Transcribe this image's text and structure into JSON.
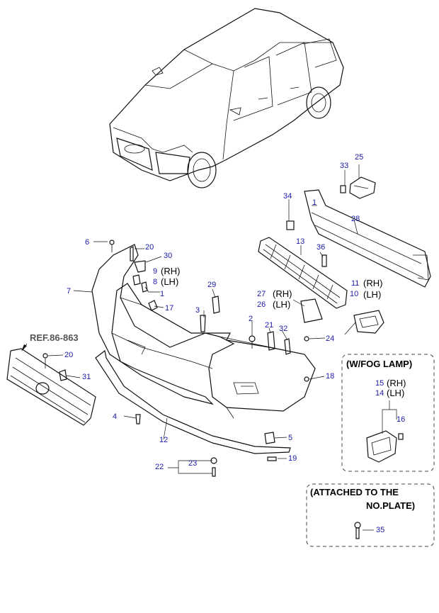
{
  "ref_label": "REF.86-863",
  "callouts": {
    "c1a": "1",
    "c1b": "1",
    "c2": "2",
    "c3": "3",
    "c4": "4",
    "c5": "5",
    "c6": "6",
    "c7": "7",
    "c8": "8",
    "c9": "9",
    "c10": "10",
    "c11": "11",
    "c12": "12",
    "c13": "13",
    "c14": "14",
    "c15": "15",
    "c16": "16",
    "c17": "17",
    "c18": "18",
    "c19": "19",
    "c20a": "20",
    "c20b": "20",
    "c21": "21",
    "c22": "22",
    "c23": "23",
    "c24": "24",
    "c25": "25",
    "c26": "26",
    "c27": "27",
    "c28": "28",
    "c29": "29",
    "c30": "30",
    "c31": "31",
    "c32": "32",
    "c33": "33",
    "c34": "34",
    "c35": "35",
    "c36": "36"
  },
  "side": {
    "rh": "(RH)",
    "lh": "(LH)"
  },
  "fog_box": {
    "title": "(W/FOG LAMP)"
  },
  "plate_box": {
    "line1": "(ATTACHED TO THE",
    "line2": "NO.PLATE)"
  }
}
